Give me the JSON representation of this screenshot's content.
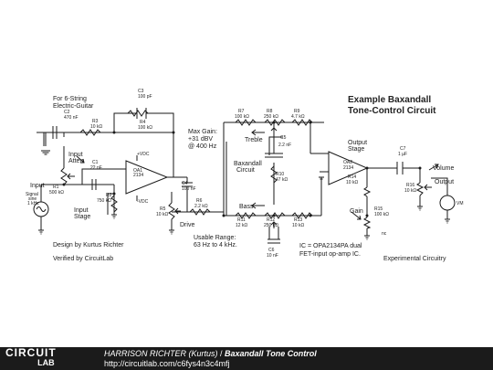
{
  "notes": {
    "guitar": [
      "For 6-String",
      "Electric-Guitar"
    ],
    "title": [
      "Example Baxandall",
      "Tone-Control Circuit"
    ],
    "gain": [
      "Max Gain:",
      "+31 dBV",
      "@ 400 Hz"
    ],
    "range": [
      "Usable Range:",
      "63 Hz to 4 kHz."
    ],
    "ic": [
      "IC = OPA2134PA dual",
      "FET-input op-amp IC."
    ],
    "designer": "Design by Kurtus Richter",
    "verified": "Verified by CircuitLab",
    "experimental": "Experimental Circuitry"
  },
  "labels": {
    "input": "Input",
    "input_atten": [
      "Input",
      "Atten"
    ],
    "input_stage": [
      "Input",
      "Stage"
    ],
    "signal": [
      "Signal",
      "sine",
      "1 kHz"
    ],
    "drive": "Drive",
    "treble": "Treble",
    "baxandall": [
      "Baxandall",
      "Circuit"
    ],
    "bass": "Bass",
    "output_stage": [
      "Output",
      "Stage"
    ],
    "volume": "Volume",
    "output": "Output",
    "gain": "Gain",
    "vcc": "+VDC",
    "vee": "-VDC",
    "nc": "nc",
    "vm": "VM"
  },
  "components": {
    "C3": [
      "C3",
      "100 pF"
    ],
    "C2": [
      "C2",
      "470 nF"
    ],
    "R3": [
      "R3",
      "10 kΩ"
    ],
    "R4": [
      "R4",
      "100 kΩ"
    ],
    "C1": [
      "C1",
      "22 nF"
    ],
    "R1": [
      "R1",
      "500 kΩ"
    ],
    "R2": [
      "R2",
      "750 kΩ"
    ],
    "OA1": [
      "OA1",
      "2134"
    ],
    "C4": [
      "C4",
      "100 nF"
    ],
    "R6": [
      "R6",
      "2.2 kΩ"
    ],
    "R5": [
      "R5",
      "10 kΩ"
    ],
    "R7": [
      "R7",
      "100 kΩ"
    ],
    "R8": [
      "R8",
      "250 kΩ"
    ],
    "R9": [
      "R9",
      "4.7 kΩ"
    ],
    "C5": [
      "C5",
      "2.2 nF"
    ],
    "R10": [
      "R10",
      "47 kΩ"
    ],
    "R11": [
      "R11",
      "12 kΩ"
    ],
    "R12": [
      "R12",
      "250 kΩ"
    ],
    "R13": [
      "R13",
      "10 kΩ"
    ],
    "C6": [
      "C6",
      "10 nF"
    ],
    "OA2": [
      "OA2",
      "2134"
    ],
    "C7": [
      "C7",
      "1 µF"
    ],
    "R14": [
      "R14",
      "10 kΩ"
    ],
    "R15": [
      "R15",
      "100 kΩ"
    ],
    "R16": [
      "R16",
      "10 kΩ"
    ]
  },
  "footer": {
    "brand": "CIRCUIT",
    "brand_sub": "LAB",
    "author": "HARRISON RICHTER (Kurtus)",
    "separator": " / ",
    "circuit_title": "Baxandall Tone Control",
    "url": "http://circuitlab.com/c6fys4n3c4mfj"
  }
}
